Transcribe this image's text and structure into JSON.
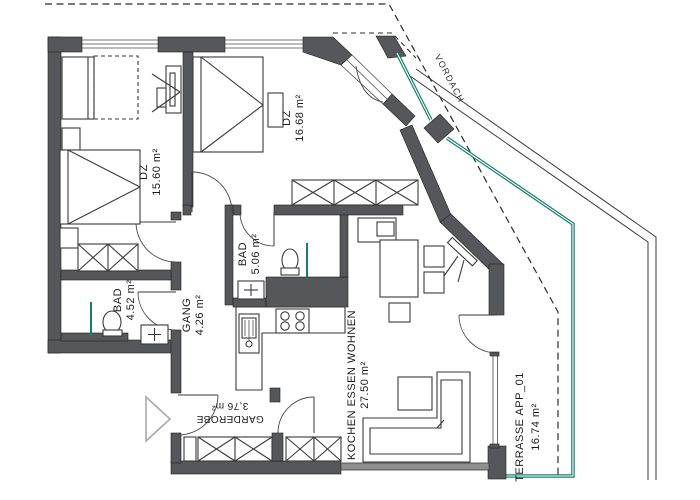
{
  "plan": {
    "rooms": [
      {
        "name": "DZ",
        "area": "15.60 m²"
      },
      {
        "name": "DZ",
        "area": "16.68 m²"
      },
      {
        "name": "BAD",
        "area": "4.52 m²"
      },
      {
        "name": "BAD",
        "area": "5.06 m²"
      },
      {
        "name": "GANG",
        "area": "4.26 m²"
      },
      {
        "name": "GARDEROBE",
        "area": "3,76 m²"
      },
      {
        "name": "KOCHEN ESSEN WOHNEN",
        "area": "27.50 m²"
      },
      {
        "name": "TERRASSE APP_01",
        "area": "16.74 m²"
      }
    ],
    "annotations": {
      "canopy": "VORDACH"
    },
    "colors": {
      "wall": "#55575a",
      "terrace_edge": "#15806f",
      "line": "#3a3a3a"
    }
  }
}
